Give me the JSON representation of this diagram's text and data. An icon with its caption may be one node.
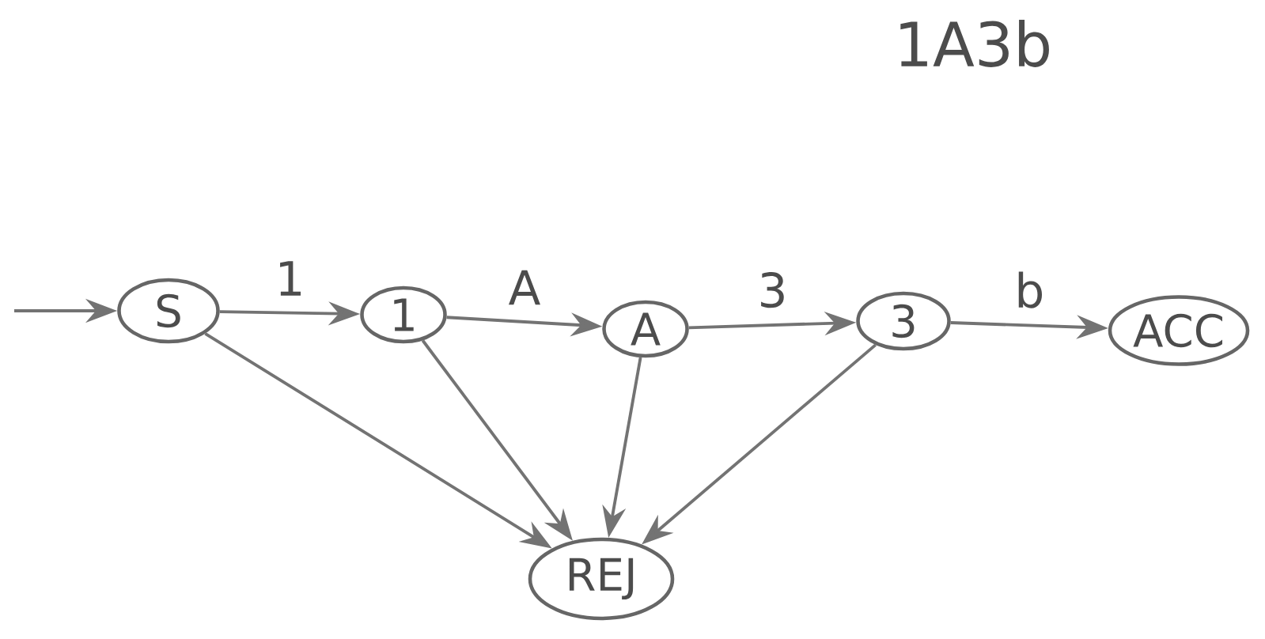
{
  "diagram": {
    "title": "1A3b",
    "nodes": [
      {
        "text": [
          "S"
        ]
      },
      {
        "text": [
          "1"
        ]
      },
      {
        "text": [
          "A"
        ]
      },
      {
        "text": [
          "3"
        ]
      },
      {
        "text": [
          "ACC"
        ]
      },
      {
        "text": [
          "REJ"
        ]
      }
    ],
    "edges": [
      {
        "from": null,
        "to": 0,
        "arrow": "to"
      },
      {
        "from": 0,
        "to": 1,
        "arrow": "to",
        "label": "1"
      },
      {
        "from": 1,
        "to": 2,
        "arrow": "to",
        "label": "A"
      },
      {
        "from": 2,
        "to": 3,
        "arrow": "to",
        "label": "3"
      },
      {
        "from": 3,
        "to": 4,
        "arrow": "to",
        "label": "b"
      },
      {
        "from": 0,
        "to": 5,
        "arrow": "to"
      },
      {
        "from": 1,
        "to": 5,
        "arrow": "to"
      },
      {
        "from": 2,
        "to": 5,
        "arrow": "to"
      },
      {
        "from": 3,
        "to": 5,
        "arrow": "to"
      }
    ]
  }
}
